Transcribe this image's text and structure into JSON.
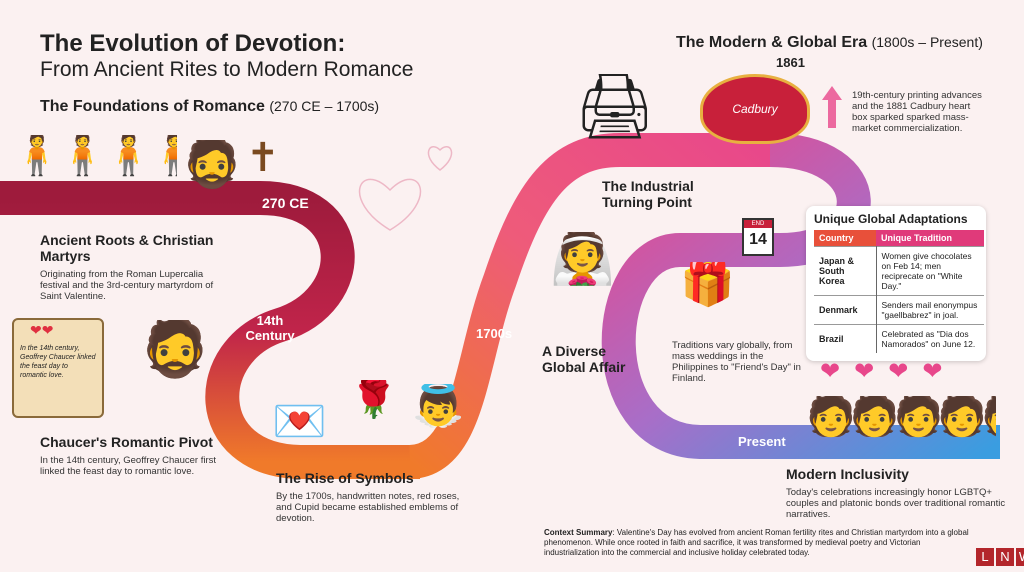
{
  "title": "The Evolution of Devotion:",
  "subtitle": "From Ancient Rites to Modern Romance",
  "foundations": {
    "title": "The Foundations of Romance",
    "range": "(270 CE – 1700s)"
  },
  "modern": {
    "title": "The Modern & Global Era",
    "range": "(1800s – Present)"
  },
  "markers": {
    "m270": "270 CE",
    "m14": "14th Century",
    "m1700": "1700s",
    "m1861": "1861",
    "present": "Present",
    "cal_month": "END",
    "cal_day": "14"
  },
  "ancient": {
    "title": "Ancient Roots & Christian Martyrs",
    "text": "Originating from the Roman Lupercalia festival and the 3rd-century martyrdom of Saint Valentine."
  },
  "scroll_text": "In the 14th century, Geoffrey Chaucer linked the feast day to romantic love.",
  "chaucer": {
    "title": "Chaucer's Romantic Pivot",
    "text": "In the 14th century, Geoffrey Chaucer first linked the feast day to romantic love."
  },
  "symbols": {
    "title": "The Rise of Symbols",
    "text": "By the 1700s, handwritten notes, red roses, and Cupid became established emblems of devotion."
  },
  "industrial": {
    "title": "The Industrial Turning Point",
    "text": "19th-century printing advances and the 1881 Cadbury heart box sparked sparked mass-market commercialization.",
    "box_brand": "Cadbury"
  },
  "diverse": {
    "title": "A Diverse Global Affair",
    "text": "Traditions vary globally, from mass weddings in the Philippines to \"Friend's Day\" in Finland."
  },
  "adaptations": {
    "title": "Unique Global Adaptations",
    "headers": [
      "Country",
      "Unique Tradition"
    ],
    "rows": [
      [
        "Japan & South Korea",
        "Women give chocolates on Feb 14; men reciprecate on \"White Day.\""
      ],
      [
        "Denmark",
        "Senders mail enonympus \"gaellbabrez\" in joal."
      ],
      [
        "Brazil",
        "Celebrated as \"Dia dos Namorados\" on June 12."
      ]
    ]
  },
  "inclusivity": {
    "title": "Modern Inclusivity",
    "text": "Today's celebrations increasingly honor LGBTQ+ couples and platonic bonds over traditional romantic narratives."
  },
  "summary": {
    "label": "Context Summary",
    "text": ": Valentine's Day has evolved from ancient Roman fertility rites and Christian martyrdom into a global phenomenon. While once rooted in faith and sacrifice, it was transformed by medieval poetry and Victorian industrialization into the commercial and inclusive holiday celebrated today."
  },
  "logo": [
    "L",
    "N",
    "W"
  ],
  "colors": {
    "crimson": "#9e1b3c",
    "orange": "#f07a2a",
    "pink": "#e8478b",
    "blue": "#3a9de0"
  }
}
